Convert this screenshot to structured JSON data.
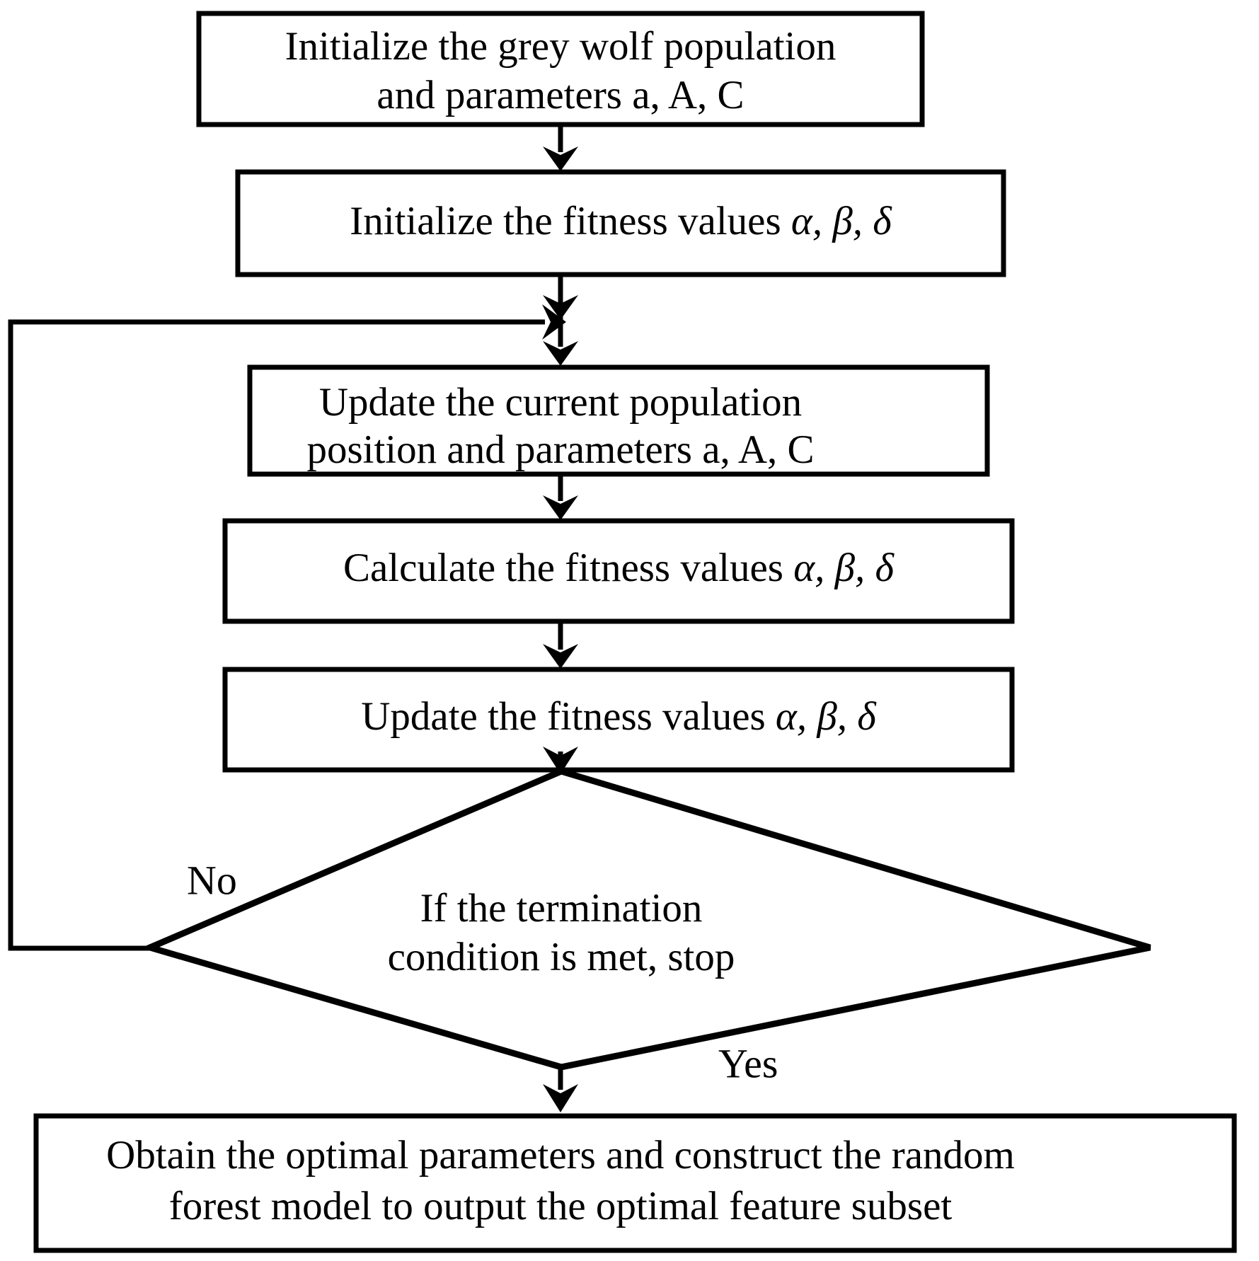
{
  "diagram": {
    "title": "Grey Wolf Optimizer feature selection flowchart",
    "type": "flowchart",
    "background_color": "#ffffff",
    "line_color": "#000000",
    "nodes": [
      {
        "id": "init-population",
        "shape": "rectangle",
        "lines": [
          "Initialize the grey wolf population",
          "and parameters a, A, C"
        ]
      },
      {
        "id": "init-fitness",
        "shape": "rectangle",
        "lines": [
          "Initialize the fitness values α, β, δ"
        ],
        "line1_plain": "Initialize the fitness values ",
        "line1_greek": "α, β, δ"
      },
      {
        "id": "update-population",
        "shape": "rectangle",
        "lines": [
          "Update the current population",
          "position and parameters a, A, C"
        ]
      },
      {
        "id": "calculate-fitness",
        "shape": "rectangle",
        "lines": [
          "Calculate the fitness values α, β, δ"
        ],
        "line1_plain": "Calculate the fitness values ",
        "line1_greek": "α, β, δ"
      },
      {
        "id": "update-fitness",
        "shape": "rectangle",
        "lines": [
          "Update the fitness values α, β, δ"
        ],
        "line1_plain": "Update the fitness values ",
        "line1_greek": "α, β, δ"
      },
      {
        "id": "termination-decision",
        "shape": "diamond",
        "lines": [
          "If the termination",
          "condition is met, stop"
        ]
      },
      {
        "id": "obtain-optimal",
        "shape": "rectangle",
        "lines": [
          "Obtain the optimal parameters and construct the random",
          "forest model to output the optimal feature subset"
        ]
      }
    ],
    "edge_labels": {
      "no": "No",
      "yes": "Yes"
    }
  }
}
